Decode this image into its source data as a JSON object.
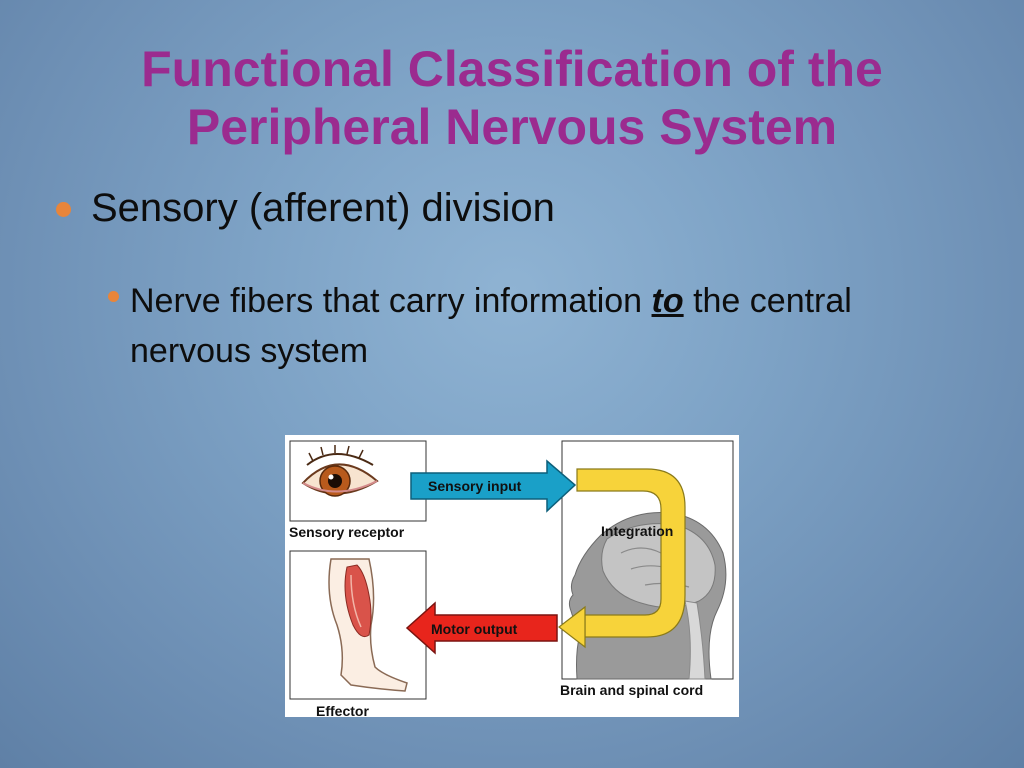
{
  "slide": {
    "title_line1": "Functional Classification of the",
    "title_line2": "Peripheral Nervous System",
    "bullet1": "Sensory (afferent) division",
    "bullet2_before": "Nerve fibers that carry information ",
    "bullet2_emphasis": "to",
    "bullet2_after": " the central nervous system"
  },
  "figure": {
    "sensory_receptor_label": "Sensory receptor",
    "effector_label": "Effector",
    "brain_label": "Brain and spinal cord",
    "sensory_input_label": "Sensory input",
    "motor_output_label": "Motor output",
    "integration_label": "Integration"
  },
  "colors": {
    "title": "#9b2b8f",
    "bullet": "#e8853a",
    "sensory_arrow": "#1aa0c8",
    "motor_arrow": "#e8251c",
    "integration_arrow": "#f7d33a"
  }
}
